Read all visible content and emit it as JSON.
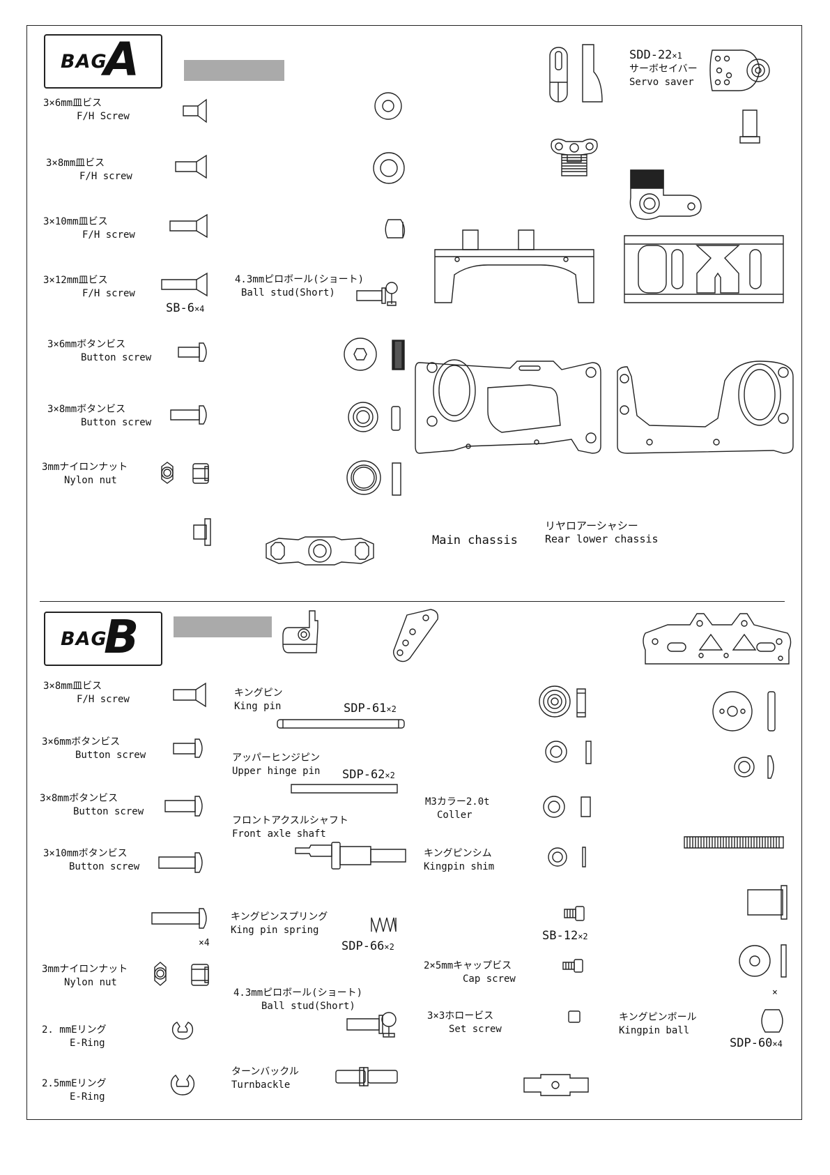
{
  "bag_a": {
    "word": "BAG",
    "letter": "A",
    "items": [
      {
        "jp": "3×6mm皿ビス",
        "en": "F/H Screw"
      },
      {
        "jp": "3×8mm皿ビス",
        "en": "F/H screw"
      },
      {
        "jp": "3×10mm皿ビス",
        "en": "F/H screw"
      },
      {
        "jp": "3×12mm皿ビス",
        "en": "F/H screw"
      },
      {
        "jp": "3×6mmボタンビス",
        "en": "Button screw"
      },
      {
        "jp": "3×8mmボタンビス",
        "en": "Button screw"
      },
      {
        "jp": "3mmナイロンナット",
        "en": "Nylon nut"
      }
    ],
    "sb6": {
      "code": "SB-6",
      "qty": "×4"
    },
    "ball_stud": {
      "jp": "4.3mmピロボール(ショート)",
      "en": "Ball stud(Short)"
    },
    "servo_saver": {
      "code": "SDD-22",
      "qty": "×1",
      "jp": "サーボセイバー",
      "en": "Servo saver"
    },
    "main_chassis": "Main chassis",
    "rear_lower": {
      "jp": "リヤロアーシャシー",
      "en": "Rear lower chassis"
    }
  },
  "bag_b": {
    "word": "BAG",
    "letter": "B",
    "left_items": [
      {
        "jp": "3×8mm皿ビス",
        "en": "F/H screw"
      },
      {
        "jp": "3×6mmボタンビス",
        "en": "Button screw"
      },
      {
        "jp": "3×8mmボタンビス",
        "en": "Button screw"
      },
      {
        "jp": "3×10mmボタンビス",
        "en": "Button screw"
      },
      {
        "jp": "3mmナイロンナット",
        "en": "Nylon nut"
      },
      {
        "jp": "2. mmEリング",
        "en": "E-Ring"
      },
      {
        "jp": "2.5mmEリング",
        "en": "E-Ring"
      }
    ],
    "x4": "×4",
    "king_pin": {
      "jp": "キングピン",
      "en": "King pin",
      "code": "SDP-61",
      "qty": "×2"
    },
    "upper_hinge": {
      "jp": "アッパーヒンジピン",
      "en": "Upper hinge pin",
      "code": "SDP-62",
      "qty": "×2"
    },
    "front_axle": {
      "jp": "フロントアクスルシャフト",
      "en": "Front axle shaft"
    },
    "kp_spring": {
      "jp": "キングピンスプリング",
      "en": "King pin  spring",
      "code": "SDP-66",
      "qty": "×2"
    },
    "ball_stud": {
      "jp": "4.3mmピロボール(ショート)",
      "en": "Ball stud(Short)"
    },
    "turnbuckle": {
      "jp": "ターンバックル",
      "en": "Turnbackle"
    },
    "m3_collar": {
      "jp": "M3カラー2.0t",
      "en": "Coller"
    },
    "kp_shim": {
      "jp": "キングピンシム",
      "en": "Kingpin shim"
    },
    "sb12": {
      "code": "SB-12",
      "qty": "×2"
    },
    "cap_screw": {
      "jp": "2×5mmキャップビス",
      "en": "Cap screw"
    },
    "set_screw": {
      "jp": "3×3ホロービス",
      "en": "Set screw"
    },
    "kp_ball": {
      "jp": "キングピンボール",
      "en": "Kingpin ball",
      "code": "SDP-60",
      "qty": "×4"
    },
    "x_mark": "×"
  },
  "icons": [
    "flat-head-screw",
    "button-head-screw",
    "nylon-nut",
    "washer",
    "ball-stud",
    "e-ring",
    "servo-saver",
    "chassis-plate"
  ]
}
